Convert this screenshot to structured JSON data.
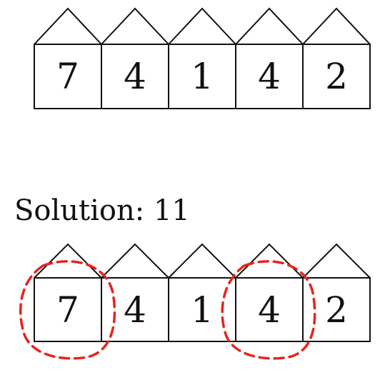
{
  "top_row": {
    "values": [
      "7",
      "4",
      "1",
      "4",
      "2"
    ]
  },
  "solution": {
    "label": "Solution: 11",
    "values": [
      "7",
      "4",
      "1",
      "4",
      "2"
    ],
    "selected": [
      0,
      3
    ],
    "highlight_color": "#e8231c"
  },
  "colors": {
    "stroke": "#111111"
  }
}
